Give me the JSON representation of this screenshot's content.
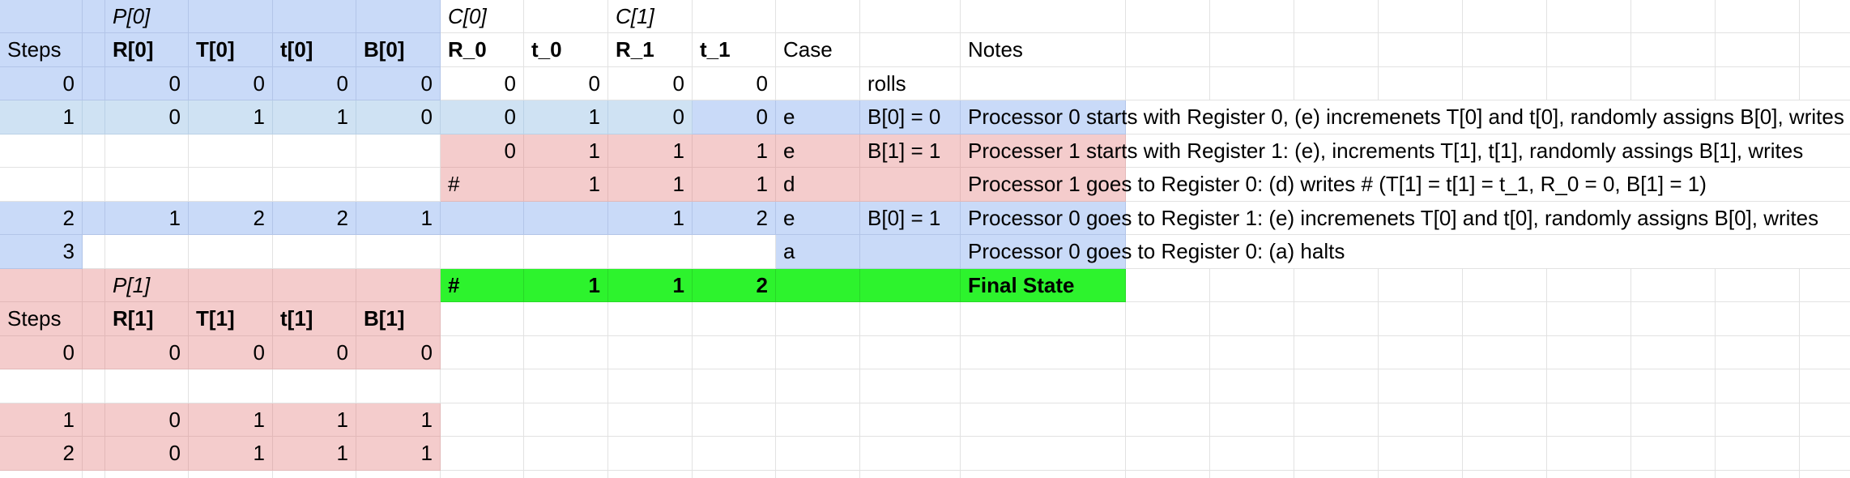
{
  "colors": {
    "fill-blue": "#c9daf8",
    "fill-lightblue": "#cfe2f3",
    "fill-pink": "#f4cccc",
    "fill-green": "#2df32d",
    "gridline": "#e2e2e2",
    "border-blue": "#b3c5e8",
    "border-lightblue": "#bad1e6",
    "border-pink": "#e2b9b9",
    "border-green": "#27d827",
    "text": "#000000"
  },
  "sheet": {
    "rows": {
      "r1": {
        "C": "P[0]",
        "G": "C[0]",
        "I": "C[1]"
      },
      "r2": {
        "A": "Steps",
        "C": "R[0]",
        "D": "T[0]",
        "E": "t[0]",
        "F": "B[0]",
        "G": "R_0",
        "H": "t_0",
        "I": "R_1",
        "J": "t_1",
        "K": "Case",
        "M": "Notes"
      },
      "r3": {
        "A": "0",
        "C": "0",
        "D": "0",
        "E": "0",
        "F": "0",
        "G": "0",
        "H": "0",
        "I": "0",
        "J": "0",
        "L": "rolls"
      },
      "r4": {
        "A": "1",
        "C": "0",
        "D": "1",
        "E": "1",
        "F": "0",
        "G": "0",
        "H": "1",
        "I": "0",
        "J": "0",
        "K": "e",
        "L": "B[0] = 0",
        "M": "Processor 0 starts with Register 0, (e) incremenets T[0] and t[0], randomly assigns B[0], writes"
      },
      "r5": {
        "G": "0",
        "H": "1",
        "I": "1",
        "J": "1",
        "K": "e",
        "L": "B[1] = 1",
        "M": "Processer 1 starts with Register 1: (e), increments T[1], t[1], randomly assings B[1], writes"
      },
      "r6": {
        "G": "#",
        "H": "1",
        "I": "1",
        "J": "1",
        "K": "d",
        "M": "Processor 1 goes to Register 0: (d) writes # (T[1] = t[1] = t_1, R_0 = 0, B[1] = 1)"
      },
      "r7": {
        "A": "2",
        "C": "1",
        "D": "2",
        "E": "2",
        "F": "1",
        "I": "1",
        "J": "2",
        "K": "e",
        "L": "B[0] = 1",
        "M": "Processor 0 goes to Register 1: (e) incremenets T[0] and t[0], randomly assigns B[0], writes"
      },
      "r8": {
        "A": "3",
        "K": "a",
        "M": "Processor 0 goes to Register 0: (a) halts"
      },
      "r9": {
        "C": "P[1]",
        "G": "#",
        "H": "1",
        "I": "1",
        "J": "2",
        "M": "Final State"
      },
      "r10": {
        "A": "Steps",
        "C": "R[1]",
        "D": "T[1]",
        "E": "t[1]",
        "F": "B[1]"
      },
      "r11": {
        "A": "0",
        "C": "0",
        "D": "0",
        "E": "0",
        "F": "0"
      },
      "r13": {
        "A": "1",
        "C": "0",
        "D": "1",
        "E": "1",
        "F": "1"
      },
      "r14": {
        "A": "2",
        "C": "0",
        "D": "1",
        "E": "1",
        "F": "1"
      }
    }
  }
}
